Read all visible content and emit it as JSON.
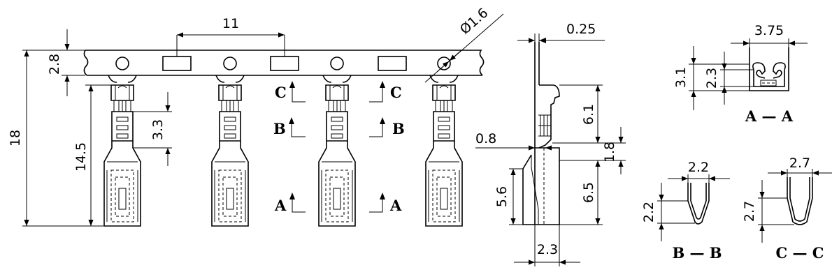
{
  "dimensions": {
    "pitch": "11",
    "hole_dia": "Ø1.6",
    "strip_width": "2.8",
    "overall_height": "18",
    "terminal_length": "14.5",
    "barrel_length": "3.3",
    "thickness": "0.25",
    "side_upper": "6.1",
    "side_gap": "0.8",
    "side_step": "1.8",
    "side_lower": "6.5",
    "side_tab": "5.6",
    "side_width": "2.3",
    "aa_width": "3.75",
    "aa_height_outer": "3.1",
    "aa_height_inner": "2.3",
    "bb_width": "2.2",
    "bb_height": "2.2",
    "cc_width": "2.7",
    "cc_height": "2.7"
  },
  "section_marks": {
    "a": "A",
    "b": "B",
    "c": "C"
  },
  "section_titles": {
    "aa": "A — A",
    "bb": "B — B",
    "cc": "C — C"
  }
}
